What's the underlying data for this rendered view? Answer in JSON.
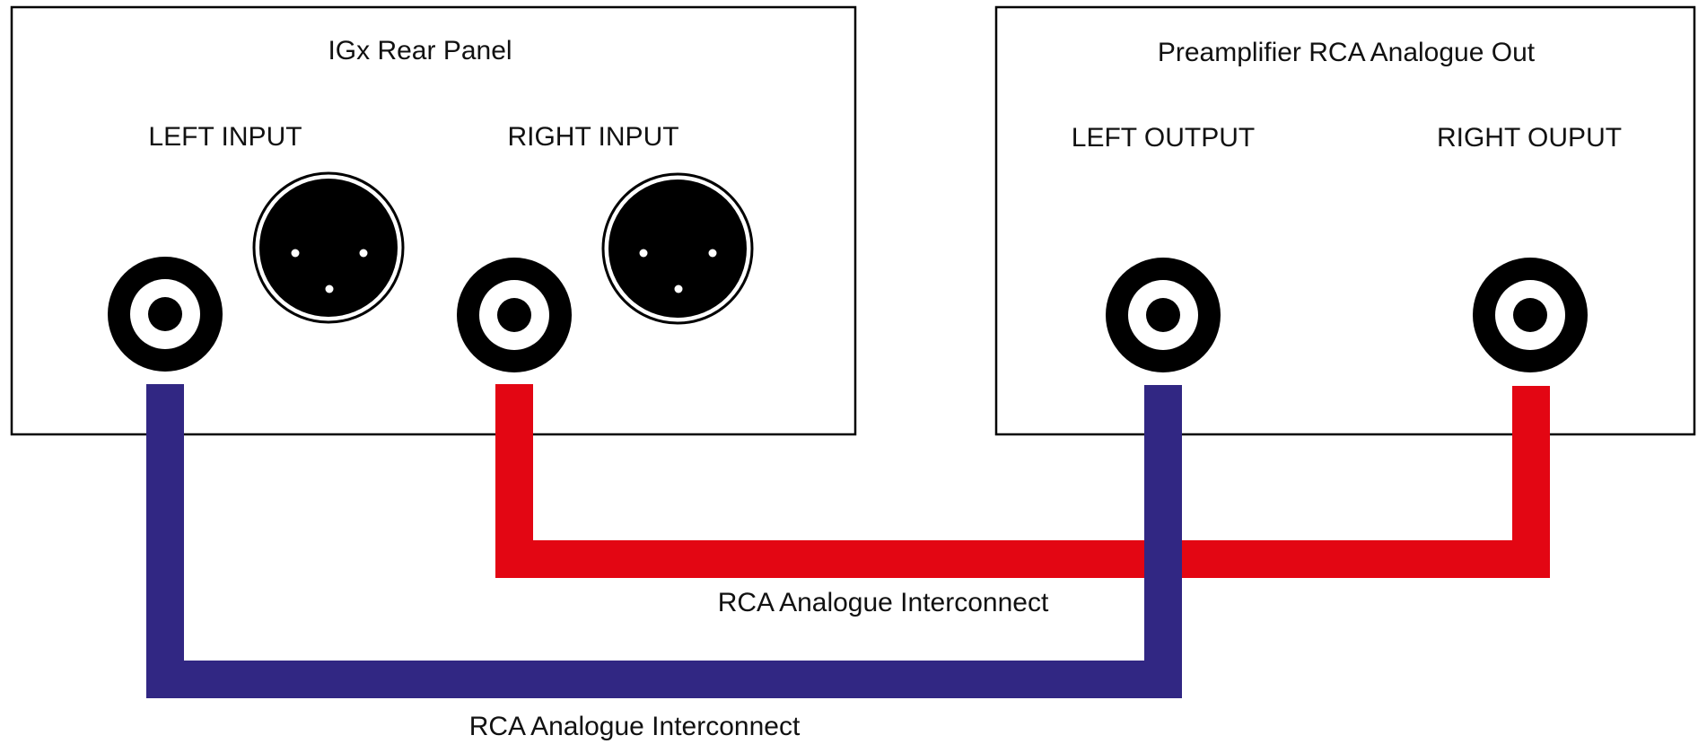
{
  "panels": {
    "igx": {
      "title": "IGx Rear Panel",
      "left_label": "LEFT INPUT",
      "right_label": "RIGHT INPUT"
    },
    "preamp": {
      "title": "Preamplifier RCA Analogue Out",
      "left_label": "LEFT OUTPUT",
      "right_label": "RIGHT OUPUT"
    }
  },
  "cables": {
    "red": {
      "label": "RCA Analogue Interconnect",
      "color": "#e30613"
    },
    "blue": {
      "label": "RCA Analogue Interconnect",
      "color": "#312783"
    }
  },
  "icons": {
    "rca": "rca-jack-icon",
    "xlr": "xlr-socket-icon"
  }
}
